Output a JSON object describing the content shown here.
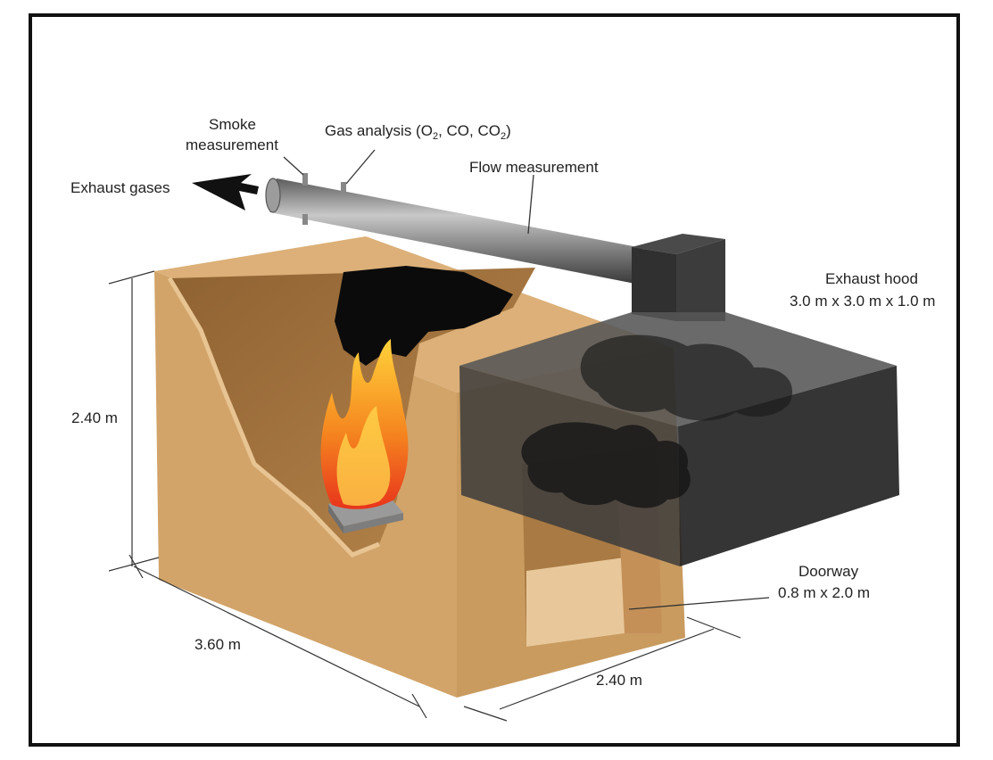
{
  "labels": {
    "smoke_line1": "Smoke",
    "smoke_line2": "measurement",
    "gas_prefix": "Gas analysis (O",
    "gas_sub1": "2",
    "gas_mid": ", CO, CO",
    "gas_sub2": "2",
    "gas_suffix": ")",
    "flow": "Flow measurement",
    "exhaust_gases": "Exhaust gases",
    "hood_line1": "Exhaust hood",
    "hood_line2": "3.0 m x 3.0 m x 1.0 m",
    "doorway_line1": "Doorway",
    "doorway_line2": "0.8 m x 2.0 m",
    "height": "2.40 m",
    "length": "3.60 m",
    "width": "2.40 m"
  },
  "colors": {
    "room_wall": "#d6a86a",
    "room_inner": "#a0703e",
    "hood": "#2e2e2e",
    "duct": "#8a8a8a",
    "flame": "#f5a623",
    "frame": "#111111"
  }
}
